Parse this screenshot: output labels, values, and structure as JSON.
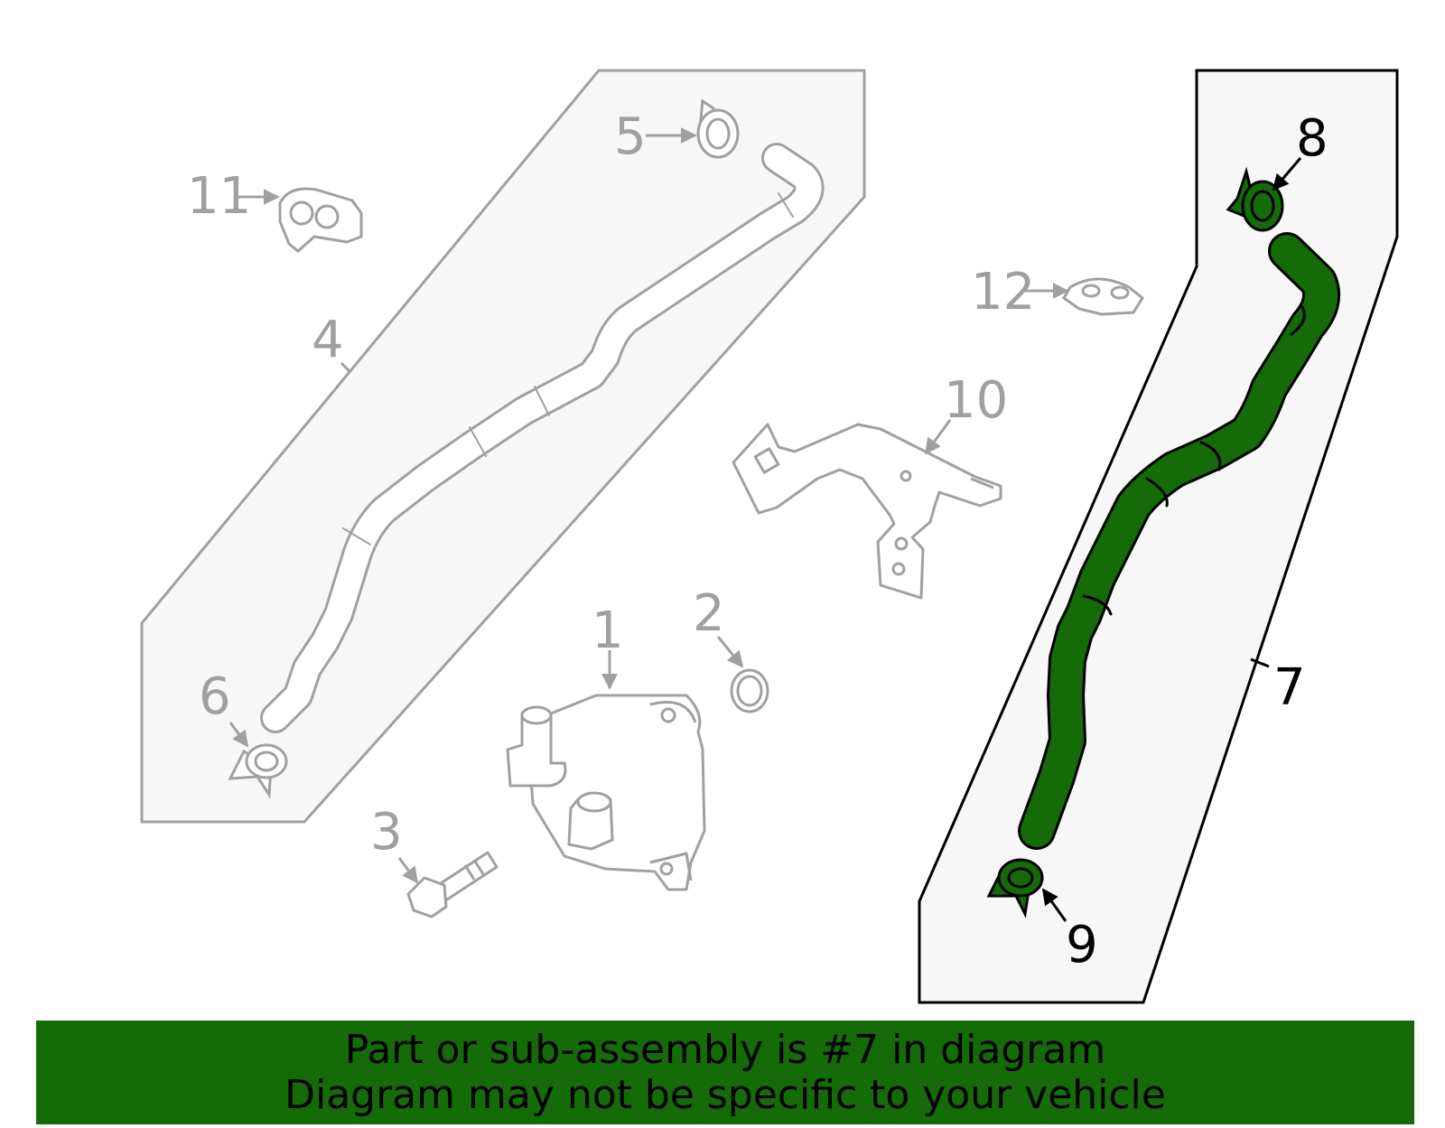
{
  "diagram": {
    "callouts": {
      "c1": "1",
      "c2": "2",
      "c3": "3",
      "c4": "4",
      "c5": "5",
      "c6": "6",
      "c7": "7",
      "c8": "8",
      "c9": "9",
      "c10": "10",
      "c11": "11",
      "c12": "12"
    },
    "highlighted_part": "7",
    "colors": {
      "highlight": "#156b08",
      "muted_line": "#a0a0a0",
      "panel_fill": "#f7f7f7",
      "banner_bg": "#156b08"
    }
  },
  "banner": {
    "line1": "Part or sub-assembly is #7 in diagram",
    "line2": "Diagram may not be specific to your vehicle"
  }
}
